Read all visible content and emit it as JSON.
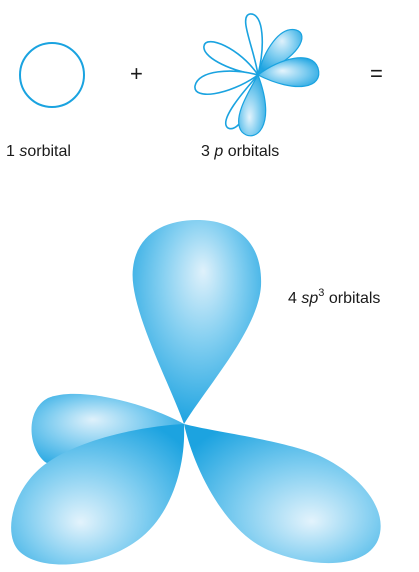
{
  "labels": {
    "s_orbital": {
      "count": "1",
      "letter": "s",
      "word": "orbital"
    },
    "p_orbitals": {
      "count": "3",
      "letter": "p",
      "word": "orbitals"
    },
    "sp3_orbitals": {
      "count": "4",
      "letter": "sp",
      "superscript": "3",
      "word": "orbitals"
    }
  },
  "operators": {
    "plus": "+",
    "equals": "="
  },
  "colors": {
    "lobe_light": "#ddeffb",
    "lobe_mid": "#6fc5ee",
    "lobe_dark": "#1aa3e0",
    "outline": "#1aa3e0"
  }
}
